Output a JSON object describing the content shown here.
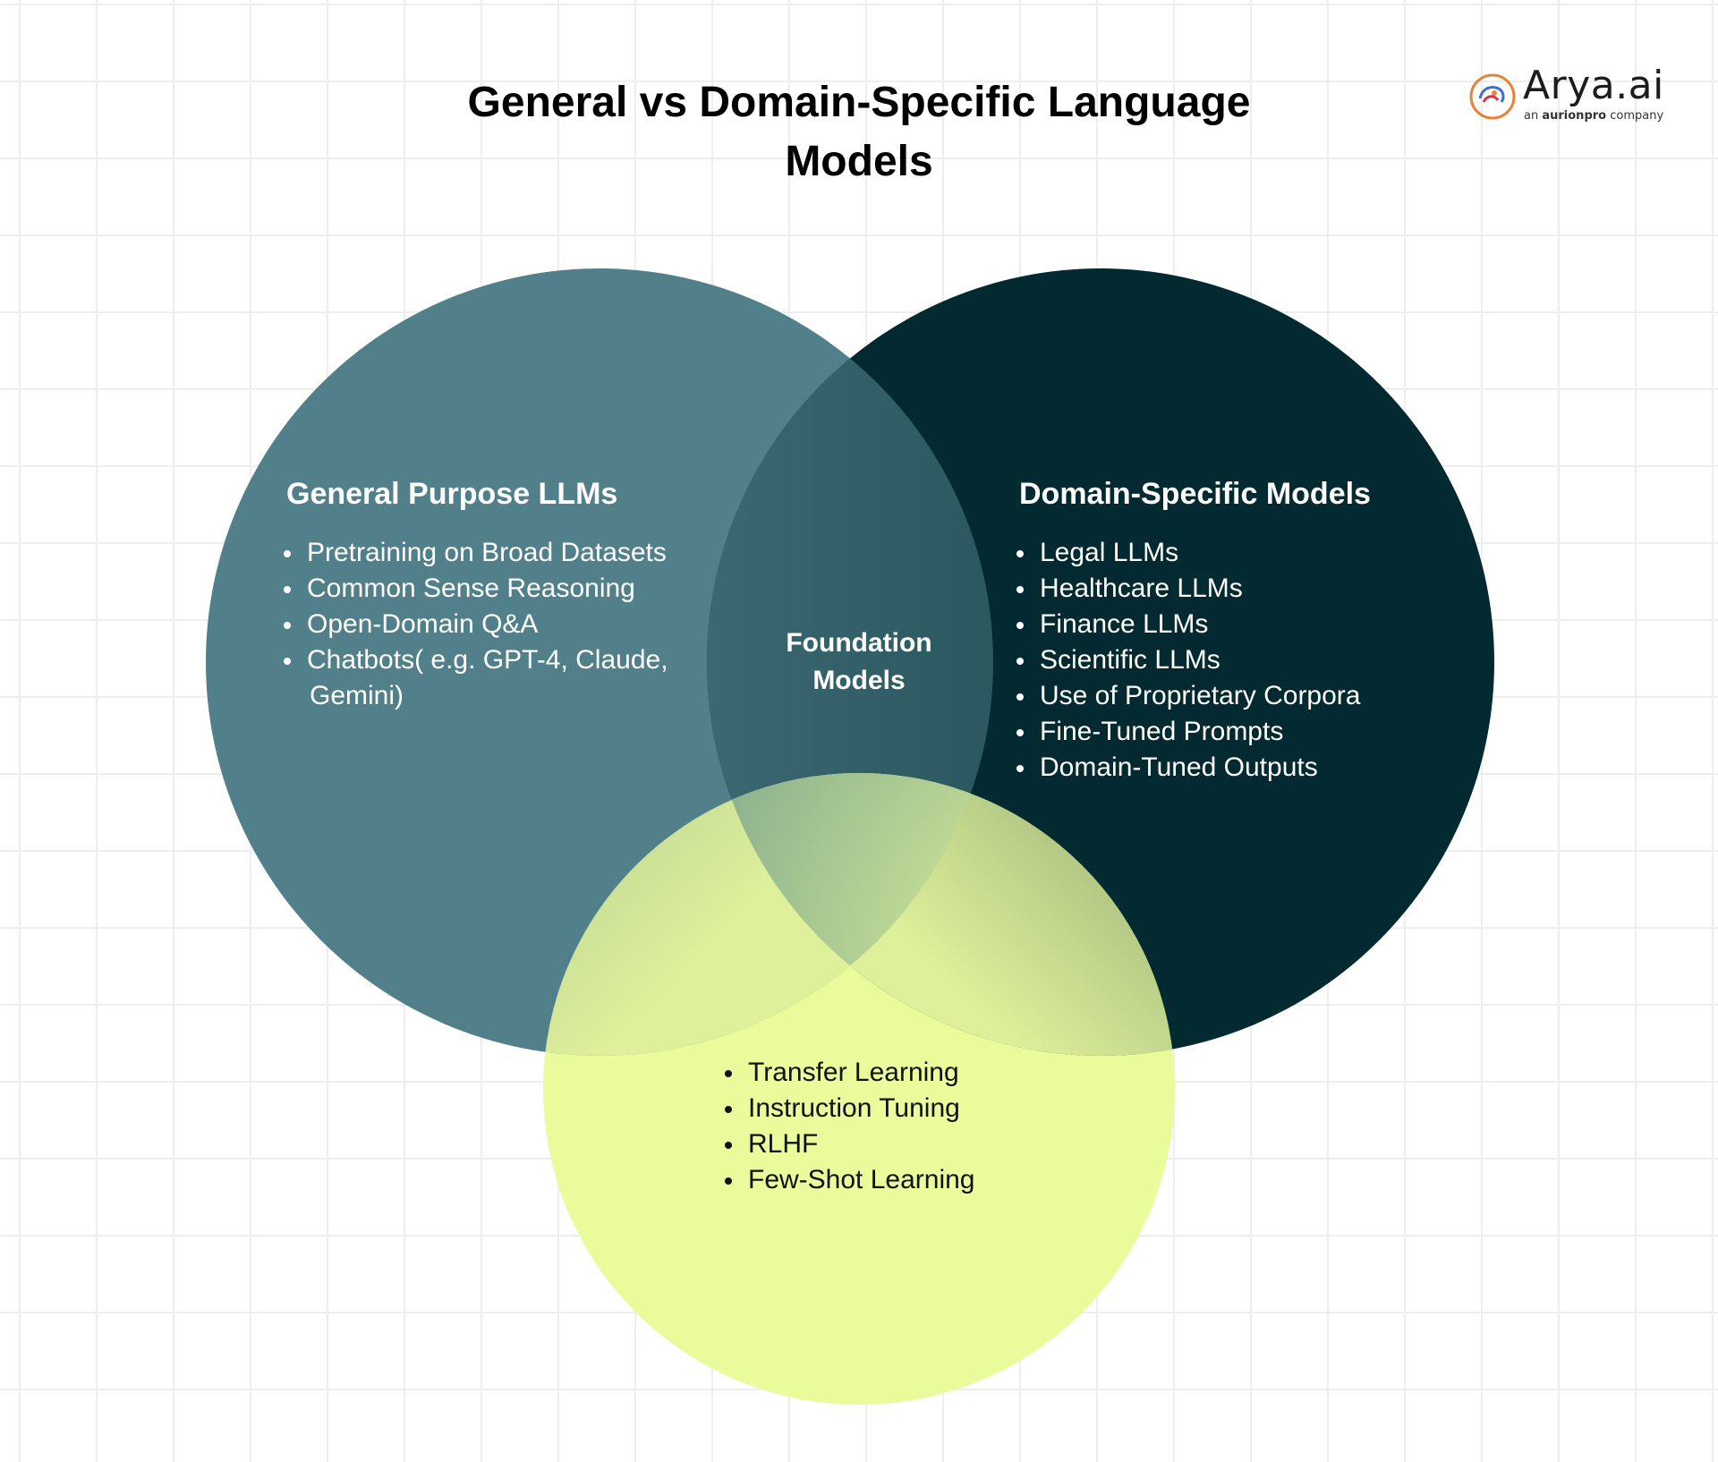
{
  "title": "General vs Domain-Specific Language Models",
  "logo": {
    "wordmark": "Arya.ai",
    "tag_prefix": "an",
    "tag_brand": "aurionpro",
    "tag_suffix": "company"
  },
  "colors": {
    "general_circle": "#52808A",
    "domain_circle": "#032A31",
    "foundation_circle": "#E9FB9B",
    "grid": "#EEEEEE"
  },
  "general": {
    "heading": "General Purpose LLMs",
    "items": [
      "Pretraining on Broad Datasets",
      "Common Sense Reasoning",
      "Open-Domain Q&A",
      "Chatbots( e.g. GPT-4, Claude,",
      "Gemini)"
    ]
  },
  "domain": {
    "heading": "Domain-Specific Models",
    "items": [
      "Legal LLMs",
      "Healthcare LLMs",
      "Finance LLMs",
      "Scientific LLMs",
      "Use of Proprietary Corpora",
      "Fine-Tuned Prompts",
      "Domain-Tuned Outputs"
    ]
  },
  "overlap": {
    "label_line1": "Foundation",
    "label_line2": "Models"
  },
  "foundation": {
    "items": [
      "Transfer Learning",
      "Instruction Tuning",
      "RLHF",
      "Few-Shot Learning"
    ]
  }
}
